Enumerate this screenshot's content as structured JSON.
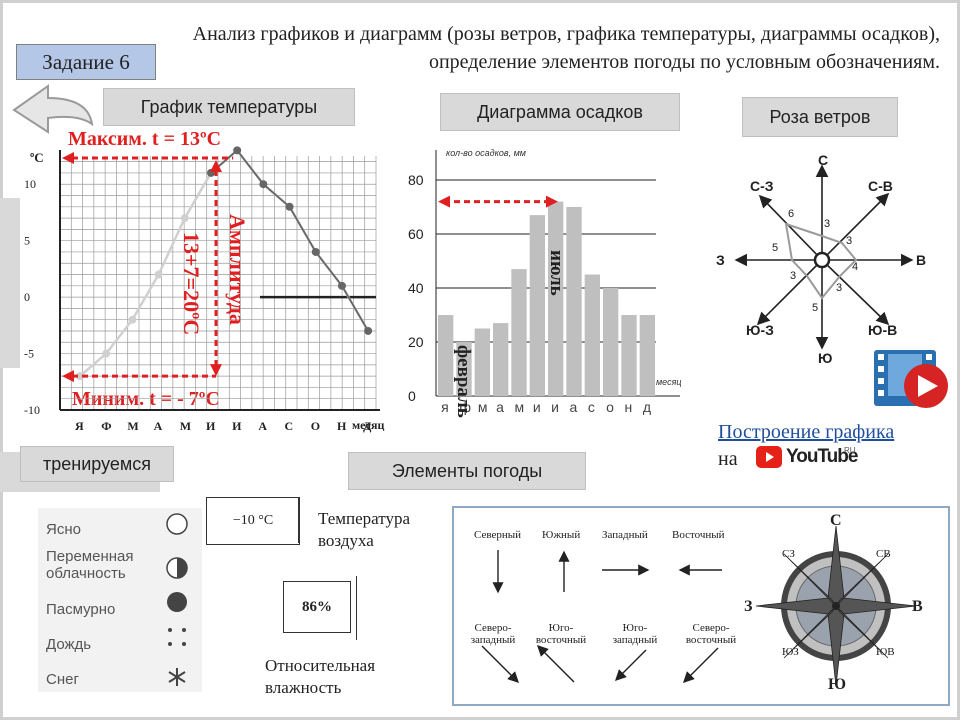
{
  "header": {
    "title": "Анализ графиков и диаграмм (розы ветров, графика температуры, диаграммы осадков), определение элементов погоды по условным обозначениям.",
    "task_label": "Задание 6"
  },
  "temperature": {
    "label": "График температуры",
    "max_text": "Максим. t = 13ºC",
    "min_text": "Миним. t = - 7ºC",
    "amplitude_title": "Амплитуда",
    "amplitude_calc": "13+7=20ºC",
    "unit": "ºC",
    "xlabel": "месяц"
  },
  "precip": {
    "label": "Диаграмма осадков",
    "ylabel": "кол-во осадков, мм",
    "xlabel": "месяц",
    "july_label": "июль",
    "feb_label": "февраль"
  },
  "wind": {
    "label": "Роза ветров",
    "directions": {
      "n": "С",
      "s": "Ю",
      "w": "З",
      "e": "В",
      "nw": "С-З",
      "ne": "С-В",
      "sw": "Ю-З",
      "se": "Ю-В"
    },
    "values": {
      "n": "3",
      "ne": "3",
      "e": "4",
      "se": "3",
      "s": "5",
      "sw": "3",
      "w": "5",
      "nw": "6"
    }
  },
  "video": {
    "text_prefix": "П",
    "text_link": "остроение графика",
    "text_line2": "на",
    "youtube": "YouTube",
    "ru": "RU"
  },
  "training": "тренируемся",
  "weather": {
    "label": "Элементы погоды",
    "legend": [
      "Ясно",
      "Переменная облачность",
      "Пасмурно",
      "Дождь",
      "Снег"
    ],
    "temp_box": "−10 °С",
    "temp_text": "Температура воздуха",
    "humidity_box": "86%",
    "humidity_text": "Относительная влажность"
  },
  "arrows_box": {
    "row1": [
      "Северный",
      "Южный",
      "Западный",
      "Восточный"
    ],
    "row2": [
      "Северо-западный",
      "Юго-восточный",
      "Юго-западный",
      "Северо-восточный"
    ],
    "compass": {
      "n": "С",
      "s": "Ю",
      "w": "З",
      "e": "В",
      "nw": "СЗ",
      "ne": "СВ",
      "sw": "ЮЗ",
      "se": "ЮВ"
    }
  },
  "chart_data": [
    {
      "type": "line",
      "categories": [
        "Я",
        "Ф",
        "М",
        "А",
        "М",
        "И",
        "И",
        "А",
        "С",
        "О",
        "Н",
        "Д"
      ],
      "values": [
        -7,
        -5,
        -2,
        2,
        7,
        11,
        13,
        10,
        8,
        4,
        1,
        -3
      ],
      "yticks": [
        "10",
        "5",
        "0",
        "-5",
        "-10"
      ],
      "ylim": [
        -10,
        12.5
      ],
      "ylabel": "ºC",
      "xlabel": "месяц"
    },
    {
      "type": "bar",
      "categories": [
        "я",
        "ф",
        "м",
        "а",
        "м",
        "и",
        "и",
        "а",
        "с",
        "о",
        "н",
        "д"
      ],
      "values": [
        30,
        20,
        25,
        27,
        47,
        67,
        72,
        70,
        45,
        40,
        30,
        30
      ],
      "yticks": [
        "80",
        "60",
        "40",
        "20",
        "0"
      ],
      "ylim": [
        0,
        80
      ],
      "ylabel": "кол-во осадков, мм",
      "xlabel": "месяц"
    }
  ]
}
